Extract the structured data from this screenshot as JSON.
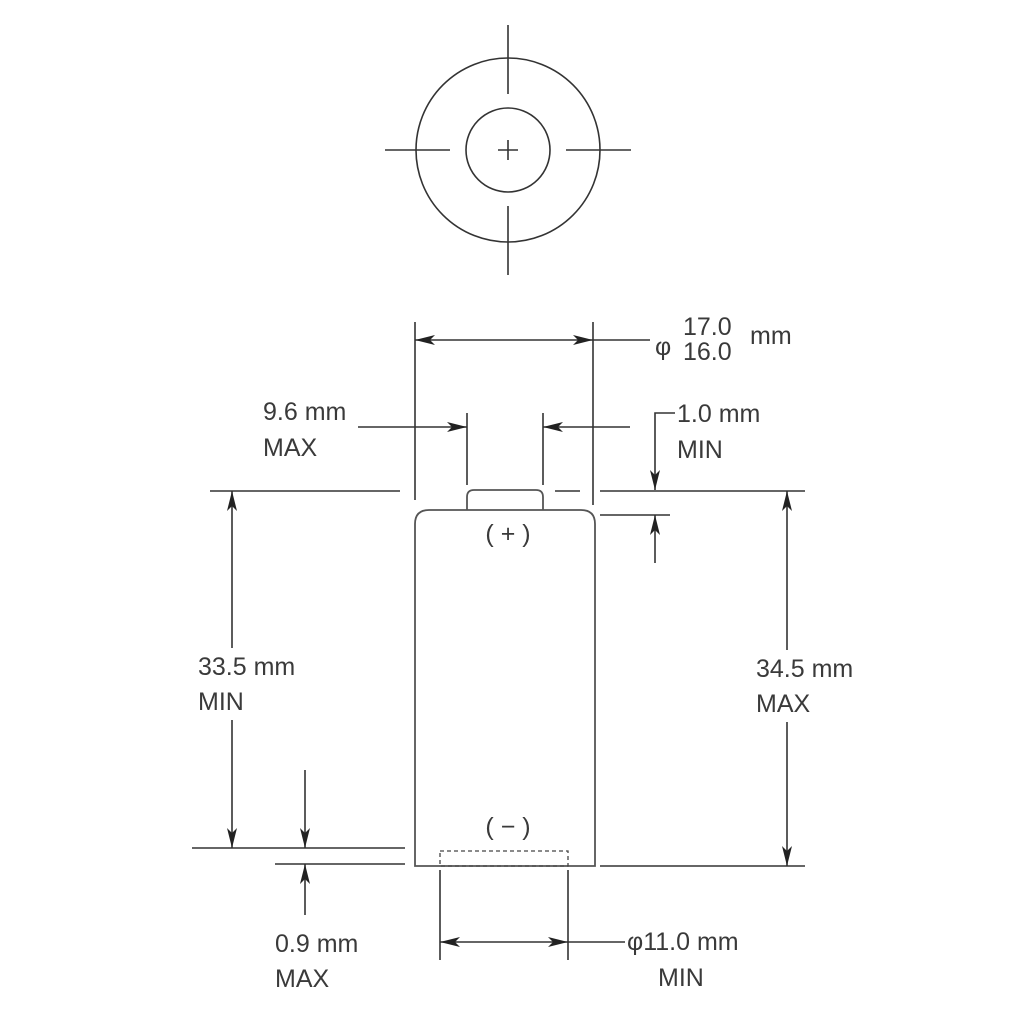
{
  "top_view": {
    "center_mark": "+"
  },
  "side_view": {
    "positive_label": "( + )",
    "negative_label": "( − )"
  },
  "dimensions": {
    "diameter": {
      "symbol": "φ",
      "upper": "17.0",
      "lower": "16.0",
      "unit": "mm"
    },
    "cap_width": {
      "value": "9.6 mm",
      "qualifier": "MAX"
    },
    "cap_height": {
      "value": "1.0 mm",
      "qualifier": "MIN"
    },
    "body_height": {
      "value": "33.5 mm",
      "qualifier": "MIN"
    },
    "overall_height": {
      "value": "34.5 mm",
      "qualifier": "MAX"
    },
    "negative_recess": {
      "value": "0.9 mm",
      "qualifier": "MAX"
    },
    "negative_diameter": {
      "value": "φ11.0 mm",
      "qualifier": "MIN"
    }
  },
  "colors": {
    "line": "#333333",
    "text": "#3a3a3a"
  }
}
